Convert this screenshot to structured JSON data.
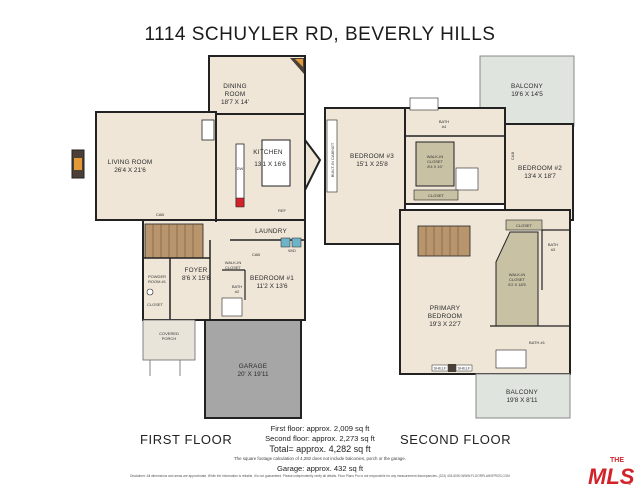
{
  "title": "1114 SCHUYLER RD, BEVERLY HILLS",
  "first_floor": {
    "label": "FIRST FLOOR",
    "rooms": {
      "dining": {
        "name": "DINING",
        "name2": "ROOM",
        "dim": "18'7 X 14'"
      },
      "living": {
        "name": "LIVING ROOM",
        "dim": "26'4 X 21'6"
      },
      "kitchen": {
        "name": "KITCHEN",
        "dim": "13'1 X 16'6"
      },
      "laundry": {
        "name": "LAUNDRY"
      },
      "foyer": {
        "name": "FOYER",
        "dim": "8'6 X 15'6"
      },
      "powder": {
        "name": "POWDER",
        "name2": "ROOM #1"
      },
      "bedroom1": {
        "name": "BEDROOM #1",
        "dim": "11'2 X 13'6"
      },
      "bath2": {
        "name": "BATH",
        "name2": "#2"
      },
      "walkin1": {
        "name": "WALK-IN",
        "name2": "CLOSET"
      },
      "closet": {
        "name": "CLOSET"
      },
      "porch": {
        "name": "COVERED",
        "name2": "PORCH"
      },
      "garage": {
        "name": "GARAGE",
        "dim": "20' X 19'11"
      },
      "cab1": "CAB",
      "cab2": "CAB",
      "dw": "DW",
      "wd": "W/D",
      "ref": "REF"
    }
  },
  "second_floor": {
    "label": "SECOND FLOOR",
    "rooms": {
      "balcony_top": {
        "name": "BALCONY",
        "dim": "19'6 X 14'5"
      },
      "bedroom3": {
        "name": "BEDROOM #3",
        "dim": "15'1 X 25'8"
      },
      "builtin": "BUILT-IN CABINET",
      "bath4": {
        "name": "BATH",
        "name2": "#4"
      },
      "walkin_a": {
        "name": "WALK-IN",
        "name2": "CLOSET",
        "dim": "8'4 X 10'"
      },
      "bedroom2": {
        "name": "BEDROOM #2",
        "dim": "13'4 X 18'7"
      },
      "closet_a": "CLOSET",
      "closet_b": "CLOSET",
      "bath3": {
        "name": "BATH",
        "name2": "#3"
      },
      "walkin_b": {
        "name": "WALK-IN",
        "name2": "CLOSET",
        "dim": "6'2 X 18'5"
      },
      "primary": {
        "name": "PRIMARY",
        "name2": "BEDROOM",
        "dim": "19'3 X 22'7"
      },
      "bath1": {
        "name": "BATH #1"
      },
      "balcony_bottom": {
        "name": "BALCONY",
        "dim": "19'8 X 8'11"
      },
      "cab": "CAB",
      "shelf1": "SHELF",
      "shelf2": "SHELF"
    }
  },
  "sqft": {
    "first": "First floor: approx. 2,009 sq ft",
    "second": "Second floor: approx. 2,273 sq ft",
    "total": "Total= approx. 4,282 sq ft",
    "note": "The square footage calculation of 4,282 does not include balconies, porch or the garage.",
    "garage": "Garage: approx. 432 sq ft"
  },
  "disclaimer": "Disclaimer: All dimensions and areas are approximate. While the information is reliable, it is not guaranteed. Please independently verify all details. Floor Plans Pro is not responsible for any measurement discrepancies. (323) 403-5000 WWW.FLOORPLANSPROS.COM",
  "logo": {
    "the": "THE",
    "mls": "MLS",
    "tm": "™"
  },
  "colors": {
    "floor": "#efe6d8",
    "wall": "#222222",
    "garage": "#a6a6a6",
    "closet": "#c9c1a4",
    "balcony": "#dfe4de",
    "wood": "#b9956d",
    "logo_red": "#d2232a"
  }
}
